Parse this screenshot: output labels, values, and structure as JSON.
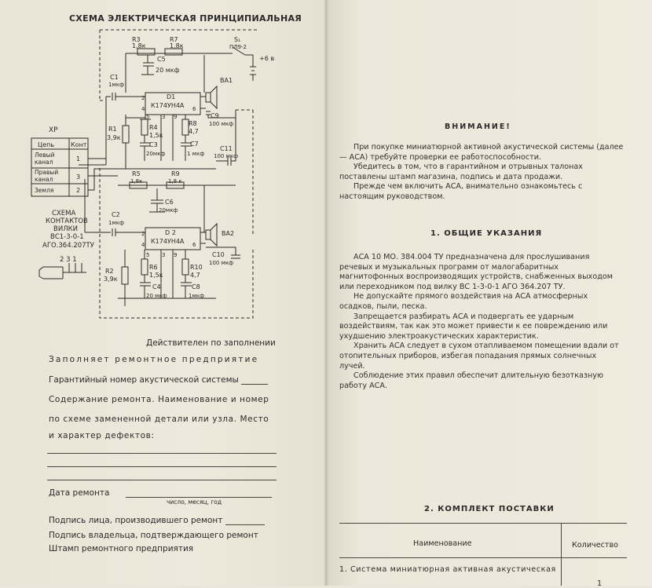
{
  "schematic": {
    "title": "СХЕМА ЭЛЕКТРИЧЕСКАЯ ПРИНЦИПИАЛЬНАЯ",
    "labels": {
      "r3": "R3",
      "r3v": "1,8к",
      "r7": "R7",
      "r7v": "1,8к",
      "s1": "S₁",
      "s1v": "ПЛ9-2",
      "plus6v": "+6 в",
      "c5": "C5",
      "c5v": "20 мкф",
      "ba1": "BA1",
      "c1": "C1",
      "c1v": "1мкф",
      "d1": "D1",
      "d1v": "К174УН4А",
      "pin2a": "2",
      "pin4a": "4",
      "pin5a": "5",
      "pin3a": "3",
      "pin9a": "9",
      "pin6a": "6",
      "r1": "R1",
      "r1v": "3,9к",
      "r4": "R4",
      "r4v": "1,5к",
      "r8": "R8",
      "r8v": "4,7",
      "c9": "C9",
      "c9v": "100 мкф",
      "c3": "C3",
      "c3v": "20мкф",
      "c7": "C7",
      "c7v": "1 мкф",
      "c11": "C11",
      "c11v": "100 мкф",
      "r5": "R5",
      "r5v": "1,8к",
      "r9": "R9",
      "r9v": "1,8 к",
      "c6": "C6",
      "c6v": "20мкф",
      "c2": "C2",
      "c2v": "1мкф",
      "d2": "D 2",
      "d2v": "К174УН4А",
      "ba2": "BA2",
      "pin2b": "2",
      "pin4b": "4",
      "pin5b": "5",
      "pin3b": "3",
      "pin9b": "9",
      "pin6b": "6",
      "c10": "C10",
      "c10v": "100 мкф",
      "r2": "R2",
      "r2v": "3,9к",
      "r6": "R6",
      "r6v": "1,5к",
      "r10": "R10",
      "r10v": "4,7",
      "c4": "C4",
      "c4v": "20 мкф",
      "c8": "C8",
      "c8v": "1мкф"
    },
    "xp": {
      "name": "XP",
      "col1": "Цепь",
      "col2": "Конт",
      "rows": [
        {
          "name": "Левый канал",
          "contact": "1"
        },
        {
          "name": "Правый канал",
          "contact": "3"
        },
        {
          "name": "Земля",
          "contact": "2"
        }
      ]
    },
    "plug": {
      "caption": [
        "СХЕМА",
        "КОНТАКТОВ",
        "ВИЛКИ",
        "ВС1-3-0-1",
        "АГО.364.207ТУ"
      ],
      "pins": "2   3 1"
    }
  },
  "form": {
    "valid": "Действителен по заполнении",
    "filler": "Заполняет ремонтное предприятие",
    "guarantee": "Гарантийный номер акустической системы",
    "content": "Содержание ремонта. Наименование и номер",
    "scheme": "по схеме замененной детали или узла. Место",
    "defects": "и характер дефектов:",
    "repair_date": "Дата ремонта",
    "date_hint": "число, месяц, год",
    "sign_repairer": "Подпись лица, производившего ремонт",
    "sign_owner": "Подпись владельца, подтверждающего ремонт",
    "stamp": "Штамп ремонтного предприятия"
  },
  "attention": {
    "heading": "ВНИМАНИЕ!",
    "p1": "При покупке миниатюрной активной акустической системы (далее — АСА) требуйте проверки ее работоспособности.",
    "p2": "Убедитесь в том, что в гарантийном и отрывных талонах поставлены штамп магазина, подпись и дата продажи.",
    "p3": "Прежде чем включить АСА, внимательно ознакомьтесь с настоящим руководством."
  },
  "section1": {
    "heading": "1. ОБЩИЕ УКАЗАНИЯ",
    "p1": "АСА 10 МО. 384.004 ТУ предназначена для прослушивания речевых и музыкальных программ от малогабаритных магнитофонных воспроизводящих устройств, снабженных выходом или переходником под вилку ВС 1-3-0-1 АГО 364.207 ТУ.",
    "p2": "Не допускайте прямого воздействия на АСА атмосферных осадков, пыли, песка.",
    "p3": "Запрещается разбирать АСА и подвергать ее ударным воздействиям, так как это может привести к ее повреждению или ухудшению электроакустических характеристик.",
    "p4": "Хранить АСА следует в сухом отапливаемом помещении вдали от отопительных приборов, избегая попадания прямых солнечных лучей.",
    "p5": "Соблюдение этих правил обеспечит длительную безотказную работу АСА."
  },
  "section2": {
    "heading": "2. КОМПЛЕКТ ПОСТАВКИ",
    "col_name": "Наименование",
    "col_qty": "Количество",
    "row1_name": "1. Система миниатюрная активная акустическая",
    "row1_qty": "1"
  }
}
